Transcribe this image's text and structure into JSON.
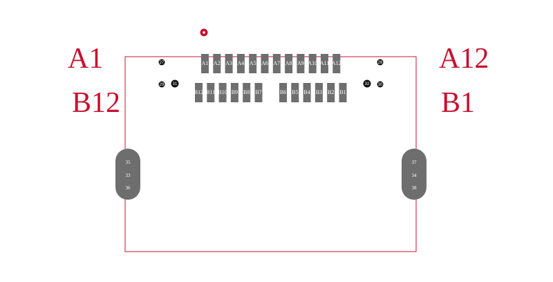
{
  "corner_labels": {
    "a1": "A1",
    "a12": "A12",
    "b12": "B12",
    "b1": "B1"
  },
  "row_a_pads": [
    "A1",
    "A2",
    "A3",
    "A4",
    "A5",
    "A6",
    "A7",
    "A8",
    "A9",
    "A10",
    "A11",
    "A12"
  ],
  "row_b_left_pads": [
    "B12",
    "B11",
    "B10",
    "B9",
    "B8",
    "B7"
  ],
  "row_b_right_pads": [
    "B6",
    "B5",
    "B4",
    "B3",
    "B2",
    "B1"
  ],
  "left_slot_labels": [
    "35",
    "33",
    "36"
  ],
  "right_slot_labels": [
    "37",
    "34",
    "38"
  ],
  "mount_holes": {
    "h27": "27",
    "h28": "28",
    "h29": "29",
    "h30": "30",
    "h31": "31",
    "h32": "32"
  },
  "colors": {
    "outline": "#c8102e",
    "pad": "#6e6e6e",
    "hole": "#111111"
  }
}
